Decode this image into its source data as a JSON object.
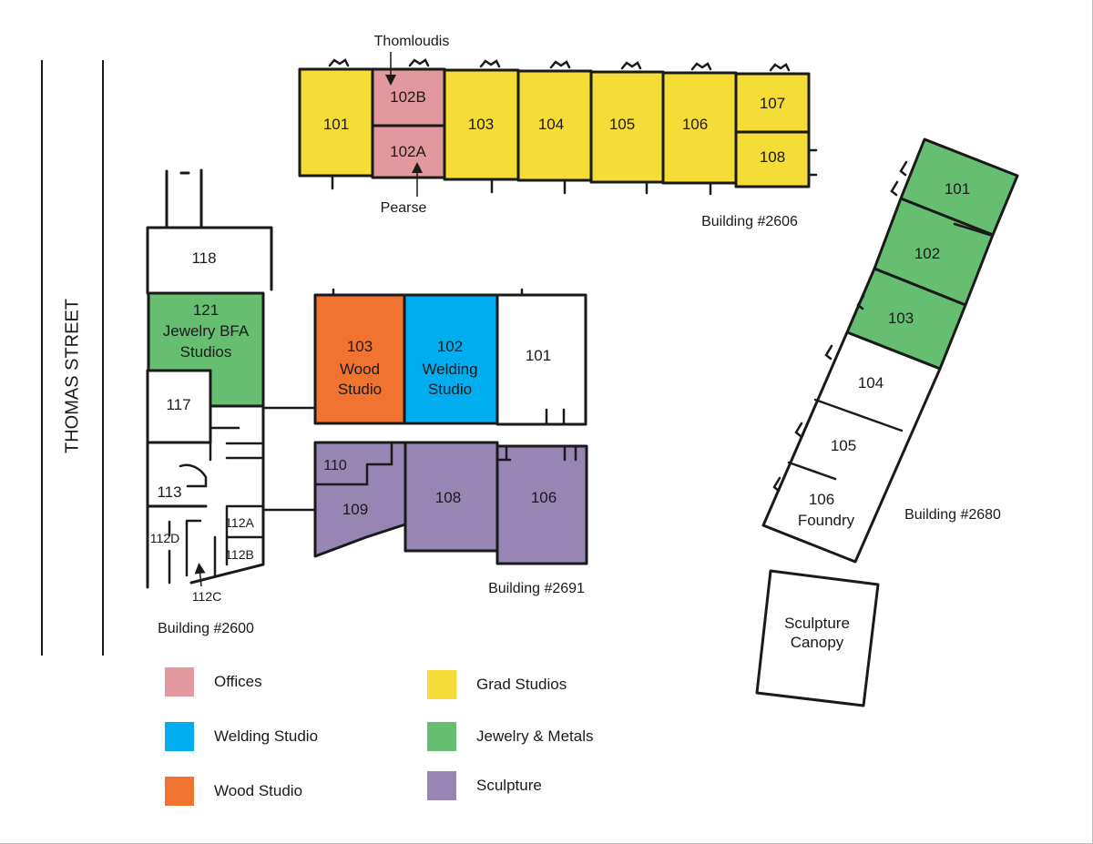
{
  "street": {
    "name": "THOMAS STREET"
  },
  "colors": {
    "offices": "#E1999F",
    "welding": "#00AEEF",
    "wood": "#F07330",
    "grad": "#F5DC36",
    "jewelry": "#66BF70",
    "sculpture": "#9785B4"
  },
  "buildings": {
    "b2606": {
      "label": "Building #2606",
      "rooms": {
        "r101": "101",
        "r102b": "102B",
        "r102a": "102A",
        "r103": "103",
        "r104": "104",
        "r105": "105",
        "r106": "106",
        "r107": "107",
        "r108": "108"
      },
      "callouts": {
        "top": "Thomloudis",
        "bottom": "Pearse"
      }
    },
    "b2600": {
      "label": "Building #2600",
      "rooms": {
        "r118": "118",
        "r121_num": "121",
        "r121_l1": "Jewelry BFA",
        "r121_l2": "Studios",
        "r117": "117",
        "r113": "113",
        "r112a": "112A",
        "r112b": "112B",
        "r112c": "112C",
        "r112d": "112D"
      }
    },
    "b2691": {
      "label": "Building #2691",
      "rooms": {
        "r103_num": "103",
        "r103_l1": "Wood",
        "r103_l2": "Studio",
        "r102_num": "102",
        "r102_l1": "Welding",
        "r102_l2": "Studio",
        "r101": "101",
        "r110": "110",
        "r109": "109",
        "r108": "108",
        "r106": "106"
      }
    },
    "b2680": {
      "label": "Building #2680",
      "rooms": {
        "r101": "101",
        "r102": "102",
        "r103": "103",
        "r104": "104",
        "r105": "105",
        "r106_num": "106",
        "r106_name": "Foundry"
      }
    },
    "canopy": {
      "l1": "Sculpture",
      "l2": "Canopy"
    }
  },
  "legend": {
    "items": [
      {
        "label": "Offices",
        "color": "#E1999F"
      },
      {
        "label": "Welding Studio",
        "color": "#00AEEF"
      },
      {
        "label": "Wood Studio",
        "color": "#F07330"
      },
      {
        "label": "Grad Studios",
        "color": "#F5DC36"
      },
      {
        "label": "Jewelry & Metals",
        "color": "#66BF70"
      },
      {
        "label": "Sculpture",
        "color": "#9785B4"
      }
    ]
  }
}
